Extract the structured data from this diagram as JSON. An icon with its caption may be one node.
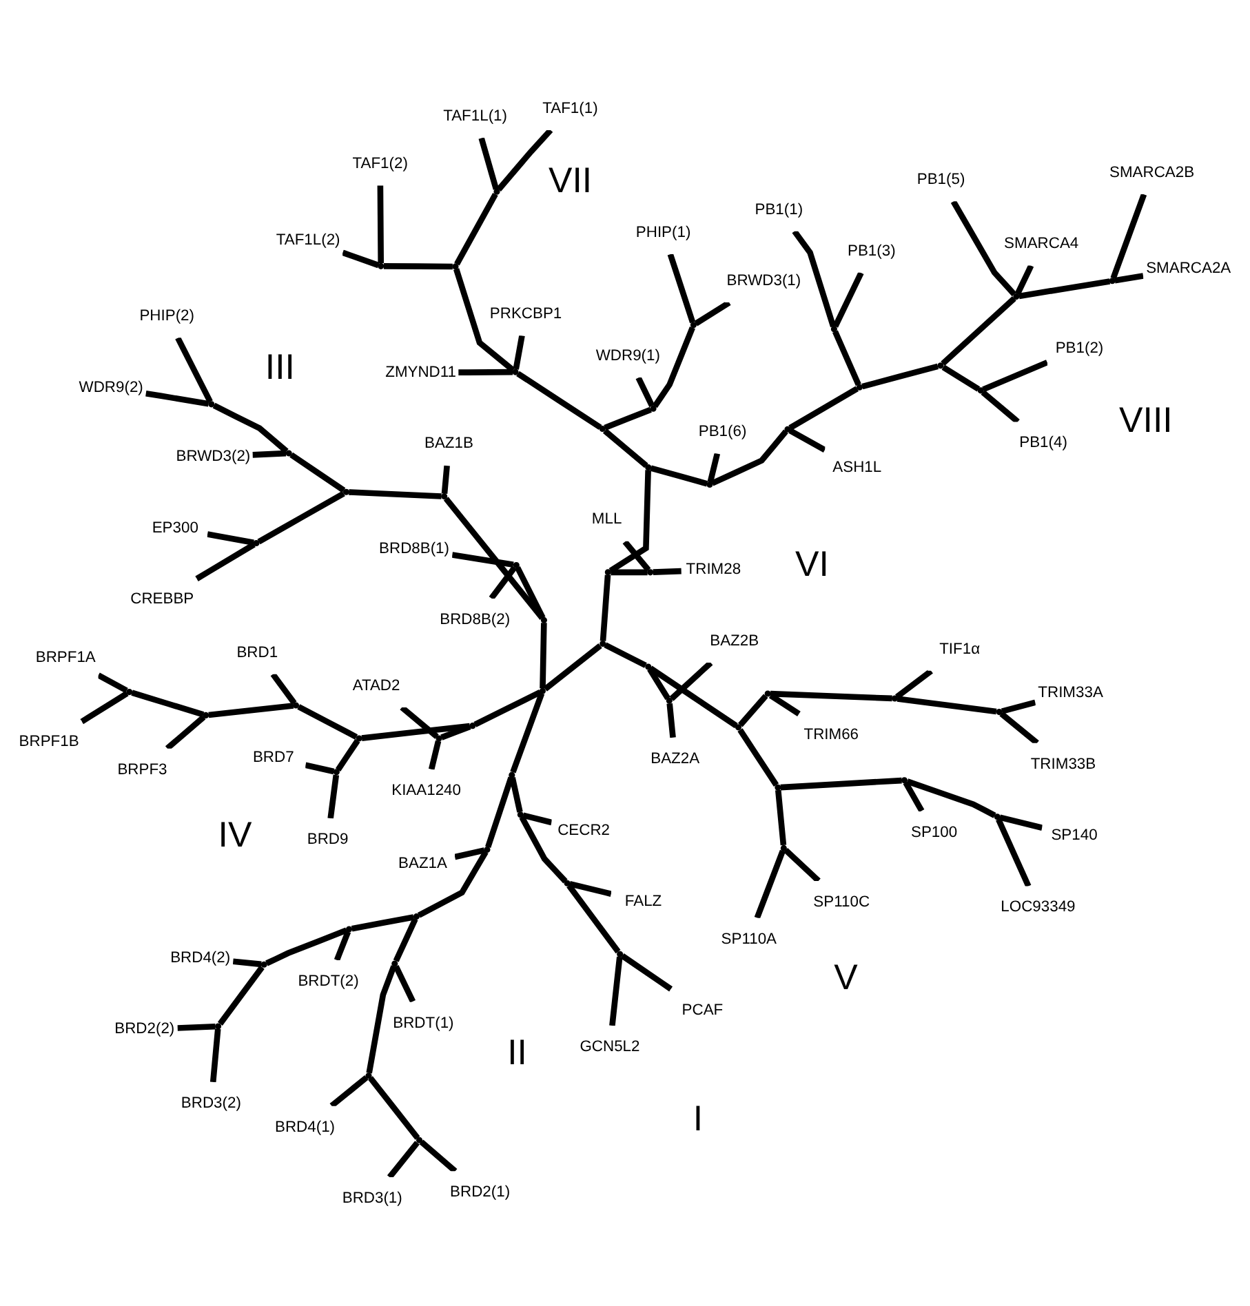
{
  "diagram": {
    "nodes": [
      {
        "text": [
          "BRD2(2)"
        ]
      },
      {
        "text": [
          "BRD3(2)"
        ]
      },
      {
        "text": [
          "BRD3(1)"
        ]
      },
      {
        "text": [
          "BRD4(1)"
        ]
      },
      {
        "text": [
          "BRD2(1)"
        ]
      },
      {
        "text": [
          "BRD4(2)"
        ]
      },
      {
        "text": [
          "BRDT(1)"
        ]
      },
      {
        "text": [
          "BRDT(2)"
        ]
      },
      {
        "text": [
          "GCN5L2"
        ]
      },
      {
        "text": [
          "FALZ"
        ]
      },
      {
        "text": [
          "PCAF"
        ]
      },
      {
        "text": [
          "BAZ1A"
        ]
      },
      {
        "text": [
          "CECR2"
        ]
      },
      {
        "text": [
          "EP300"
        ]
      },
      {
        "text": [
          "CREBBP"
        ]
      },
      {
        "text": [
          "BRD8B(1)"
        ]
      },
      {
        "text": [
          "BRD8B(2)"
        ]
      },
      {
        "text": [
          "WDR9(2)"
        ]
      },
      {
        "text": [
          "PB1(1)"
        ]
      },
      {
        "text": [
          "PB1(3)"
        ]
      },
      {
        "text": [
          "PB1(2)"
        ]
      },
      {
        "text": [
          "PB1(4)"
        ]
      },
      {
        "text": [
          "PHIP(2)"
        ]
      },
      {
        "text": [
          "PB1(5)"
        ]
      },
      {
        "text": [
          "BRWD3(2)"
        ]
      },
      {
        "text": [
          "SMARCA2A"
        ]
      },
      {
        "text": [
          "ASH1L"
        ]
      },
      {
        "text": [
          "BAZ1B"
        ]
      },
      {
        "text": [
          "BRD9"
        ]
      },
      {
        "text": [
          "SMARCA2B"
        ]
      },
      {
        "text": [
          "BRD7"
        ]
      },
      {
        "text": [
          "SMARCA4"
        ]
      },
      {
        "text": [
          "PB1(6)"
        ]
      },
      {
        "text": [
          "BRPF3"
        ]
      },
      {
        "text": [
          "BRWD3(1)"
        ]
      },
      {
        "text": [
          "BRPF1B"
        ]
      },
      {
        "text": [
          "PHIP(1)"
        ]
      },
      {
        "text": [
          "BRD1"
        ]
      },
      {
        "text": [
          "BRPF1A"
        ]
      },
      {
        "text": [
          "KIAA1240"
        ]
      },
      {
        "text": [
          "ATAD2"
        ]
      },
      {
        "text": [
          "WDR9(1)"
        ]
      },
      {
        "text": [
          "MLL"
        ]
      },
      {
        "text": [
          "PRKCBP1"
        ]
      },
      {
        "text": [
          "TRIM28"
        ]
      },
      {
        "text": [
          "TRIM66"
        ]
      },
      {
        "text": [
          "TAF1(1)"
        ]
      },
      {
        "text": [
          "BAZ2A"
        ]
      },
      {
        "text": [
          "TRIM33B"
        ]
      },
      {
        "text": [
          "BAZ2B"
        ]
      },
      {
        "text": [
          "ZMYND11"
        ]
      },
      {
        "text": [
          "TAF1L(1)"
        ]
      },
      {
        "text": [
          "TRIM33A"
        ]
      },
      {
        "text": [
          "TIF1α"
        ]
      },
      {
        "text": [
          "SP110C"
        ]
      },
      {
        "text": [
          "SP110A"
        ]
      },
      {
        "text": [
          "TAF1L(2)"
        ]
      },
      {
        "text": [
          "TAF1(2)"
        ]
      },
      {
        "text": [
          "SP100"
        ]
      },
      {
        "text": [
          "SP140"
        ]
      },
      {
        "text": [
          "LOC93349"
        ]
      },
      {
        "text": [],
        "shape": "point"
      },
      {
        "text": [],
        "shape": "point"
      },
      {
        "text": [],
        "shape": "point"
      },
      {
        "text": [],
        "shape": "point"
      },
      {
        "text": [],
        "shape": "point"
      },
      {
        "text": [],
        "shape": "point"
      },
      {
        "text": [],
        "shape": "point"
      },
      {
        "text": [],
        "shape": "point"
      },
      {
        "text": [],
        "shape": "point"
      },
      {
        "text": [],
        "shape": "point"
      },
      {
        "text": [],
        "shape": "point"
      },
      {
        "text": [],
        "shape": "point"
      },
      {
        "text": [],
        "shape": "point"
      },
      {
        "text": [],
        "shape": "point"
      },
      {
        "text": [],
        "shape": "point"
      },
      {
        "text": [],
        "shape": "point"
      },
      {
        "text": [],
        "shape": "point"
      },
      {
        "text": [],
        "shape": "point"
      },
      {
        "text": [],
        "shape": "point"
      },
      {
        "text": [],
        "shape": "point"
      },
      {
        "text": [],
        "shape": "point"
      },
      {
        "text": [],
        "shape": "point"
      },
      {
        "text": [],
        "shape": "point"
      },
      {
        "text": [],
        "shape": "point"
      },
      {
        "text": [],
        "shape": "point"
      },
      {
        "text": [],
        "shape": "point"
      },
      {
        "text": [],
        "shape": "point"
      },
      {
        "text": [],
        "shape": "point"
      },
      {
        "text": [],
        "shape": "point"
      },
      {
        "text": [],
        "shape": "point"
      },
      {
        "text": [],
        "shape": "point"
      },
      {
        "text": [],
        "shape": "point"
      },
      {
        "text": [],
        "shape": "point"
      },
      {
        "text": [],
        "shape": "point"
      },
      {
        "text": [],
        "shape": "point"
      },
      {
        "text": [],
        "shape": "point"
      },
      {
        "text": [],
        "shape": "point"
      },
      {
        "text": [],
        "shape": "point"
      },
      {
        "text": [],
        "shape": "point"
      },
      {
        "text": [],
        "shape": "point"
      },
      {
        "text": [],
        "shape": "point"
      },
      {
        "text": [],
        "shape": "point"
      },
      {
        "text": [],
        "shape": "point"
      },
      {
        "text": [],
        "shape": "point"
      },
      {
        "text": [],
        "shape": "point"
      },
      {
        "text": [],
        "shape": "point"
      },
      {
        "text": [],
        "shape": "point"
      },
      {
        "text": [],
        "shape": "point"
      },
      {
        "text": [],
        "shape": "point"
      },
      {
        "text": [],
        "shape": "point"
      },
      {
        "text": [],
        "shape": "point"
      },
      {
        "text": [],
        "shape": "point"
      },
      {
        "text": [],
        "shape": "point"
      },
      {
        "text": [],
        "shape": "point"
      },
      {
        "text": [],
        "shape": "point"
      },
      {
        "text": [],
        "shape": "point"
      }
    ],
    "edges": [
      {
        "from": 61,
        "to": 65,
        "arrow": "none"
      },
      {
        "from": 65,
        "to": 74,
        "arrow": "none"
      },
      {
        "from": 74,
        "to": 12,
        "arrow": "none"
      },
      {
        "from": 74,
        "to": 75,
        "arrow": "none"
      },
      {
        "from": 75,
        "to": 9,
        "arrow": "none"
      },
      {
        "from": 75,
        "to": 76,
        "arrow": "none"
      },
      {
        "from": 76,
        "to": 8,
        "arrow": "none"
      },
      {
        "from": 76,
        "to": 10,
        "arrow": "none"
      },
      {
        "from": 65,
        "to": 66,
        "arrow": "none"
      },
      {
        "from": 66,
        "to": 11,
        "arrow": "none"
      },
      {
        "from": 66,
        "to": 67,
        "arrow": "none"
      },
      {
        "from": 67,
        "to": 68,
        "arrow": "none"
      },
      {
        "from": 68,
        "to": 6,
        "arrow": "none"
      },
      {
        "from": 68,
        "to": 69,
        "arrow": "none"
      },
      {
        "from": 69,
        "to": 3,
        "arrow": "none"
      },
      {
        "from": 69,
        "to": 70,
        "arrow": "none"
      },
      {
        "from": 70,
        "to": 2,
        "arrow": "none"
      },
      {
        "from": 70,
        "to": 4,
        "arrow": "none"
      },
      {
        "from": 67,
        "to": 71,
        "arrow": "none"
      },
      {
        "from": 71,
        "to": 7,
        "arrow": "none"
      },
      {
        "from": 71,
        "to": 72,
        "arrow": "none"
      },
      {
        "from": 72,
        "to": 5,
        "arrow": "none"
      },
      {
        "from": 72,
        "to": 73,
        "arrow": "none"
      },
      {
        "from": 73,
        "to": 0,
        "arrow": "none"
      },
      {
        "from": 73,
        "to": 1,
        "arrow": "none"
      },
      {
        "from": 61,
        "to": 77,
        "arrow": "none"
      },
      {
        "from": 77,
        "to": 78,
        "arrow": "none"
      },
      {
        "from": 78,
        "to": 15,
        "arrow": "none"
      },
      {
        "from": 78,
        "to": 16,
        "arrow": "none"
      },
      {
        "from": 77,
        "to": 79,
        "arrow": "none"
      },
      {
        "from": 79,
        "to": 27,
        "arrow": "none"
      },
      {
        "from": 79,
        "to": 80,
        "arrow": "none"
      },
      {
        "from": 80,
        "to": 81,
        "arrow": "none"
      },
      {
        "from": 81,
        "to": 14,
        "arrow": "none"
      },
      {
        "from": 81,
        "to": 13,
        "arrow": "none"
      },
      {
        "from": 80,
        "to": 82,
        "arrow": "none"
      },
      {
        "from": 82,
        "to": 24,
        "arrow": "none"
      },
      {
        "from": 82,
        "to": 83,
        "arrow": "none"
      },
      {
        "from": 83,
        "to": 17,
        "arrow": "none"
      },
      {
        "from": 83,
        "to": 22,
        "arrow": "none"
      },
      {
        "from": 61,
        "to": 84,
        "arrow": "none"
      },
      {
        "from": 84,
        "to": 85,
        "arrow": "none"
      },
      {
        "from": 85,
        "to": 39,
        "arrow": "none"
      },
      {
        "from": 85,
        "to": 40,
        "arrow": "none"
      },
      {
        "from": 84,
        "to": 86,
        "arrow": "none"
      },
      {
        "from": 86,
        "to": 87,
        "arrow": "none"
      },
      {
        "from": 87,
        "to": 28,
        "arrow": "none"
      },
      {
        "from": 87,
        "to": 30,
        "arrow": "none"
      },
      {
        "from": 86,
        "to": 88,
        "arrow": "none"
      },
      {
        "from": 88,
        "to": 37,
        "arrow": "none"
      },
      {
        "from": 88,
        "to": 89,
        "arrow": "none"
      },
      {
        "from": 89,
        "to": 33,
        "arrow": "none"
      },
      {
        "from": 89,
        "to": 90,
        "arrow": "none"
      },
      {
        "from": 90,
        "to": 35,
        "arrow": "none"
      },
      {
        "from": 90,
        "to": 38,
        "arrow": "none"
      },
      {
        "from": 61,
        "to": 62,
        "arrow": "none"
      },
      {
        "from": 62,
        "to": 91,
        "arrow": "none"
      },
      {
        "from": 91,
        "to": 92,
        "arrow": "none"
      },
      {
        "from": 92,
        "to": 47,
        "arrow": "none"
      },
      {
        "from": 92,
        "to": 49,
        "arrow": "none"
      },
      {
        "from": 91,
        "to": 93,
        "arrow": "none"
      },
      {
        "from": 93,
        "to": 98,
        "arrow": "none"
      },
      {
        "from": 98,
        "to": 45,
        "arrow": "none"
      },
      {
        "from": 98,
        "to": 99,
        "arrow": "none"
      },
      {
        "from": 99,
        "to": 53,
        "arrow": "none"
      },
      {
        "from": 99,
        "to": 100,
        "arrow": "none"
      },
      {
        "from": 100,
        "to": 48,
        "arrow": "none"
      },
      {
        "from": 100,
        "to": 52,
        "arrow": "none"
      },
      {
        "from": 93,
        "to": 94,
        "arrow": "none"
      },
      {
        "from": 94,
        "to": 95,
        "arrow": "none"
      },
      {
        "from": 95,
        "to": 54,
        "arrow": "none"
      },
      {
        "from": 95,
        "to": 55,
        "arrow": "none"
      },
      {
        "from": 94,
        "to": 96,
        "arrow": "none"
      },
      {
        "from": 96,
        "to": 58,
        "arrow": "none"
      },
      {
        "from": 96,
        "to": 97,
        "arrow": "none"
      },
      {
        "from": 97,
        "to": 59,
        "arrow": "none"
      },
      {
        "from": 97,
        "to": 60,
        "arrow": "none"
      },
      {
        "from": 62,
        "to": 63,
        "arrow": "none"
      },
      {
        "from": 63,
        "to": 101,
        "arrow": "none"
      },
      {
        "from": 101,
        "to": 44,
        "arrow": "none"
      },
      {
        "from": 101,
        "to": 42,
        "arrow": "none"
      },
      {
        "from": 63,
        "to": 64,
        "arrow": "none"
      },
      {
        "from": 64,
        "to": 102,
        "arrow": "none"
      },
      {
        "from": 102,
        "to": 32,
        "arrow": "none"
      },
      {
        "from": 102,
        "to": 103,
        "arrow": "none"
      },
      {
        "from": 103,
        "to": 26,
        "arrow": "none"
      },
      {
        "from": 103,
        "to": 104,
        "arrow": "none"
      },
      {
        "from": 104,
        "to": 105,
        "arrow": "none"
      },
      {
        "from": 105,
        "to": 18,
        "arrow": "none"
      },
      {
        "from": 105,
        "to": 19,
        "arrow": "none"
      },
      {
        "from": 104,
        "to": 106,
        "arrow": "none"
      },
      {
        "from": 106,
        "to": 107,
        "arrow": "none"
      },
      {
        "from": 107,
        "to": 20,
        "arrow": "none"
      },
      {
        "from": 107,
        "to": 21,
        "arrow": "none"
      },
      {
        "from": 106,
        "to": 108,
        "arrow": "none"
      },
      {
        "from": 108,
        "to": 23,
        "arrow": "none"
      },
      {
        "from": 108,
        "to": 31,
        "arrow": "none"
      },
      {
        "from": 108,
        "to": 109,
        "arrow": "none"
      },
      {
        "from": 109,
        "to": 25,
        "arrow": "none"
      },
      {
        "from": 109,
        "to": 29,
        "arrow": "none"
      },
      {
        "from": 64,
        "to": 110,
        "arrow": "none"
      },
      {
        "from": 110,
        "to": 111,
        "arrow": "none"
      },
      {
        "from": 111,
        "to": 41,
        "arrow": "none"
      },
      {
        "from": 111,
        "to": 112,
        "arrow": "none"
      },
      {
        "from": 112,
        "to": 34,
        "arrow": "none"
      },
      {
        "from": 112,
        "to": 36,
        "arrow": "none"
      },
      {
        "from": 110,
        "to": 113,
        "arrow": "none"
      },
      {
        "from": 113,
        "to": 43,
        "arrow": "none"
      },
      {
        "from": 113,
        "to": 50,
        "arrow": "none"
      },
      {
        "from": 113,
        "to": 114,
        "arrow": "none"
      },
      {
        "from": 114,
        "to": 115,
        "arrow": "none"
      },
      {
        "from": 115,
        "to": 46,
        "arrow": "none"
      },
      {
        "from": 115,
        "to": 51,
        "arrow": "none"
      },
      {
        "from": 114,
        "to": 116,
        "arrow": "none"
      },
      {
        "from": 116,
        "to": 56,
        "arrow": "none"
      },
      {
        "from": 116,
        "to": 57,
        "arrow": "none"
      }
    ],
    "labels": [
      "II",
      "I",
      "III",
      "VIII",
      "IV",
      "VI",
      "VII",
      "V"
    ]
  }
}
